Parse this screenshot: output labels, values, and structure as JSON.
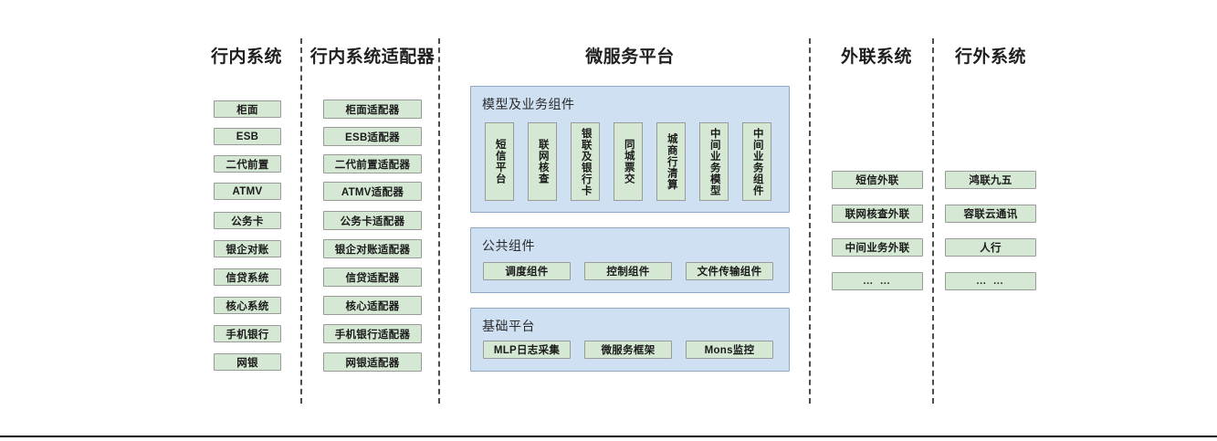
{
  "columns": {
    "internal": {
      "title": "行内系统",
      "items": [
        "柜面",
        "ESB",
        "二代前置",
        "ATMV",
        "公务卡",
        "银企对账",
        "信贷系统",
        "核心系统",
        "手机银行",
        "网银"
      ]
    },
    "internal_adapter": {
      "title": "行内系统适配器",
      "items": [
        "柜面适配器",
        "ESB适配器",
        "二代前置适配器",
        "ATMV适配器",
        "公务卡适配器",
        "银企对账适配器",
        "信贷适配器",
        "核心适配器",
        "手机银行适配器",
        "网银适配器"
      ]
    },
    "platform": {
      "title": "微服务平台",
      "panels": [
        {
          "title": "模型及业务组件",
          "items": [
            "短信平台",
            "联网核查",
            "银联及银行卡",
            "同城票交",
            "城商行清算",
            "中间业务模型",
            "中间业务组件"
          ]
        },
        {
          "title": "公共组件",
          "items": [
            "调度组件",
            "控制组件",
            "文件传输组件"
          ]
        },
        {
          "title": "基础平台",
          "items": [
            "MLP日志采集",
            "微服务框架",
            "Mons监控"
          ]
        }
      ]
    },
    "external_link": {
      "title": "外联系统",
      "items": [
        "短信外联",
        "联网核查外联",
        "中间业务外联",
        "… …"
      ]
    },
    "external": {
      "title": "行外系统",
      "items": [
        "鸿联九五",
        "容联云通讯",
        "人行",
        "… …"
      ]
    }
  },
  "colors": {
    "component_fill": "#d5e8d4",
    "component_border": "#9a9a9a",
    "panel_fill": "#cfe0f3",
    "panel_border": "#8fa8c8",
    "divider": "#4d4d4d",
    "text": "#1a1a1a",
    "page_rule": "#000000"
  }
}
